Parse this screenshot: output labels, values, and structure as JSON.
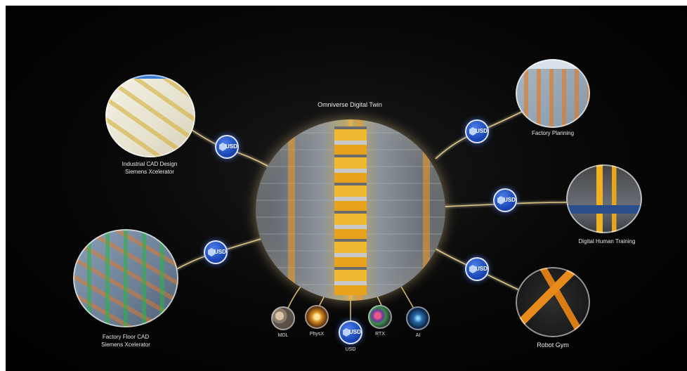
{
  "hub": {
    "title": "Omniverse Digital Twin"
  },
  "nodes": {
    "industrial_cad": {
      "line1": "Industrial CAD Design",
      "line2": "Siemens Xcelerator"
    },
    "factory_floor": {
      "line1": "Factory Floor CAD",
      "line2": "Siemens Xcelerator"
    },
    "factory_planning": {
      "label": "Factory Planning"
    },
    "digital_human": {
      "label": "Digital Human Training"
    },
    "robot_gym": {
      "label": "Robot Gym"
    }
  },
  "badge_text": "USD",
  "tools": {
    "mdl": "MDL",
    "physx": "PhysX",
    "usd": "USD",
    "rtx": "RTX",
    "ai": "AI"
  },
  "colors": {
    "background": "#000000",
    "badge_blue": "#1b48b8",
    "link_glow": "#e8c878",
    "robot_orange": "#e88a1a"
  }
}
